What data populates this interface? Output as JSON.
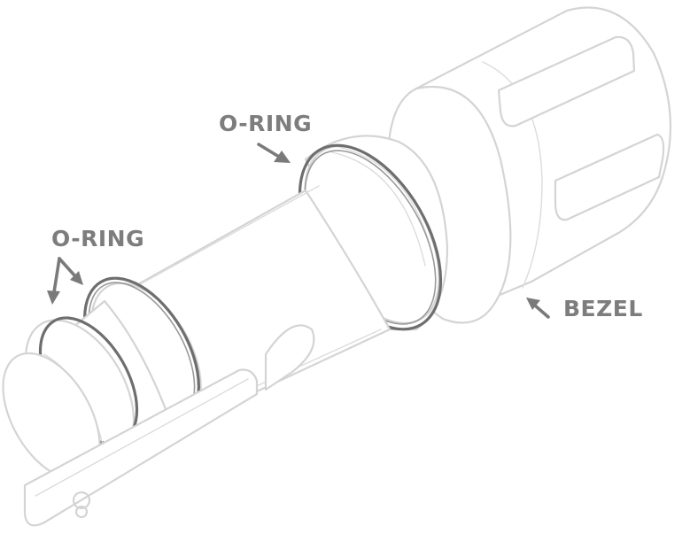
{
  "callouts": {
    "oring_upper": {
      "label": "O-RING"
    },
    "oring_lower": {
      "label": "O-RING"
    },
    "bezel": {
      "label": "BEZEL"
    }
  },
  "colors": {
    "outline": "#d4d4d4",
    "oring": "#6e6e6e",
    "label": "#7d7d7d",
    "arrow": "#7a7a7a",
    "background": "#ffffff"
  }
}
